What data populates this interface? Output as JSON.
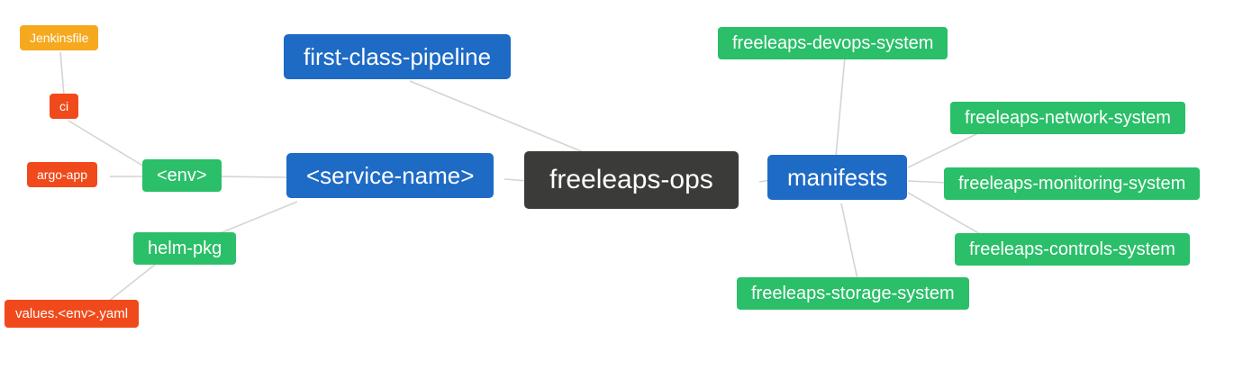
{
  "diagram": {
    "type": "mindmap",
    "root_label": "freeleaps-ops",
    "nodes": [
      {
        "id": "jenkinsfile",
        "label": "Jenkinsfile",
        "color": "#f6a91e"
      },
      {
        "id": "ci",
        "label": "ci",
        "color": "#f04a1c"
      },
      {
        "id": "argo-app",
        "label": "argo-app",
        "color": "#f04a1c"
      },
      {
        "id": "env",
        "label": "<env>",
        "color": "#2abf68"
      },
      {
        "id": "service-name",
        "label": "<service-name>",
        "color": "#1e6bc6"
      },
      {
        "id": "first-class-pipeline",
        "label": "first-class-pipeline",
        "color": "#1e6bc6"
      },
      {
        "id": "freeleaps-ops",
        "label": "freeleaps-ops",
        "color": "#3b3b39"
      },
      {
        "id": "helm-pkg",
        "label": "helm-pkg",
        "color": "#2abf68"
      },
      {
        "id": "values-env-yaml",
        "label": "values.<env>.yaml",
        "color": "#f04a1c"
      },
      {
        "id": "manifests",
        "label": "manifests",
        "color": "#1e6bc6"
      },
      {
        "id": "freeleaps-devops-system",
        "label": "freeleaps-devops-system",
        "color": "#2abf68"
      },
      {
        "id": "freeleaps-network-system",
        "label": "freeleaps-network-system",
        "color": "#2abf68"
      },
      {
        "id": "freeleaps-monitoring-system",
        "label": "freeleaps-monitoring-system",
        "color": "#2abf68"
      },
      {
        "id": "freeleaps-controls-system",
        "label": "freeleaps-controls-system",
        "color": "#2abf68"
      },
      {
        "id": "freeleaps-storage-system",
        "label": "freeleaps-storage-system",
        "color": "#2abf68"
      }
    ],
    "edges": [
      [
        "jenkinsfile",
        "ci"
      ],
      [
        "ci",
        "env"
      ],
      [
        "argo-app",
        "env"
      ],
      [
        "env",
        "service-name"
      ],
      [
        "service-name",
        "freeleaps-ops"
      ],
      [
        "first-class-pipeline",
        "freeleaps-ops"
      ],
      [
        "helm-pkg",
        "service-name"
      ],
      [
        "values-env-yaml",
        "helm-pkg"
      ],
      [
        "freeleaps-ops",
        "manifests"
      ],
      [
        "manifests",
        "freeleaps-devops-system"
      ],
      [
        "manifests",
        "freeleaps-network-system"
      ],
      [
        "manifests",
        "freeleaps-monitoring-system"
      ],
      [
        "manifests",
        "freeleaps-controls-system"
      ],
      [
        "manifests",
        "freeleaps-storage-system"
      ]
    ],
    "colors": {
      "root": "#3b3b39",
      "branch_blue": "#1e6bc6",
      "leaf_green": "#2abf68",
      "leaf_orange": "#f6a91e",
      "leaf_red": "#f04a1c",
      "edge_gray": "#d4d4d4",
      "background": "#ffffff",
      "node_text": "#ffffff"
    }
  }
}
